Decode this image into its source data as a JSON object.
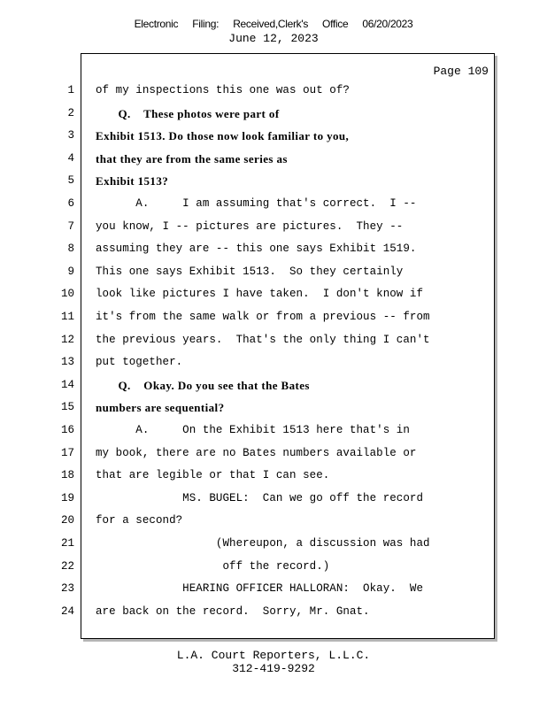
{
  "filing_stamp": {
    "electronic": "Electronic",
    "filing": "Filing:",
    "received": "Received,Clerk's",
    "office": "Office",
    "date": "06/20/2023"
  },
  "transcript_date": "June 12, 2023",
  "page_label": "Page 109",
  "lines": [
    {
      "n": "1",
      "text": "of my inspections this one was out of?",
      "style": "plain"
    },
    {
      "n": "2",
      "text": "       Q.    These photos were part of",
      "style": "q"
    },
    {
      "n": "3",
      "text": "Exhibit 1513. Do those now look familiar to you,",
      "style": "q"
    },
    {
      "n": "4",
      "text": "that they are from the same series as",
      "style": "q"
    },
    {
      "n": "5",
      "text": "Exhibit 1513?",
      "style": "q"
    },
    {
      "n": "6",
      "text": "      A.     I am assuming that's correct.  I --",
      "style": "plain"
    },
    {
      "n": "7",
      "text": "you know, I -- pictures are pictures.  They --",
      "style": "plain"
    },
    {
      "n": "8",
      "text": "assuming they are -- this one says Exhibit 1519.",
      "style": "plain"
    },
    {
      "n": "9",
      "text": "This one says Exhibit 1513.  So they certainly",
      "style": "plain"
    },
    {
      "n": "10",
      "text": "look like pictures I have taken.  I don't know if",
      "style": "plain"
    },
    {
      "n": "11",
      "text": "it's from the same walk or from a previous -- from",
      "style": "plain"
    },
    {
      "n": "12",
      "text": "the previous years.  That's the only thing I can't",
      "style": "plain"
    },
    {
      "n": "13",
      "text": "put together.",
      "style": "plain"
    },
    {
      "n": "14",
      "text": "       Q.    Okay. Do you see that the Bates",
      "style": "q"
    },
    {
      "n": "15",
      "text": "numbers are sequential?",
      "style": "q"
    },
    {
      "n": "16",
      "text": "      A.     On the Exhibit 1513 here that's in",
      "style": "plain"
    },
    {
      "n": "17",
      "text": "my book, there are no Bates numbers available or",
      "style": "plain"
    },
    {
      "n": "18",
      "text": "that are legible or that I can see.",
      "style": "plain"
    },
    {
      "n": "19",
      "text": "             MS. BUGEL:  Can we go off the record",
      "style": "plain"
    },
    {
      "n": "20",
      "text": "for a second?",
      "style": "plain"
    },
    {
      "n": "21",
      "text": "                  (Whereupon, a discussion was had",
      "style": "plain"
    },
    {
      "n": "22",
      "text": "                   off the record.)",
      "style": "plain"
    },
    {
      "n": "23",
      "text": "             HEARING OFFICER HALLORAN:  Okay.  We",
      "style": "plain"
    },
    {
      "n": "24",
      "text": "are back on the record.  Sorry, Mr. Gnat.",
      "style": "plain"
    }
  ],
  "footer": {
    "company": "L.A. Court Reporters, L.L.C.",
    "phone": "312-419-9292"
  }
}
